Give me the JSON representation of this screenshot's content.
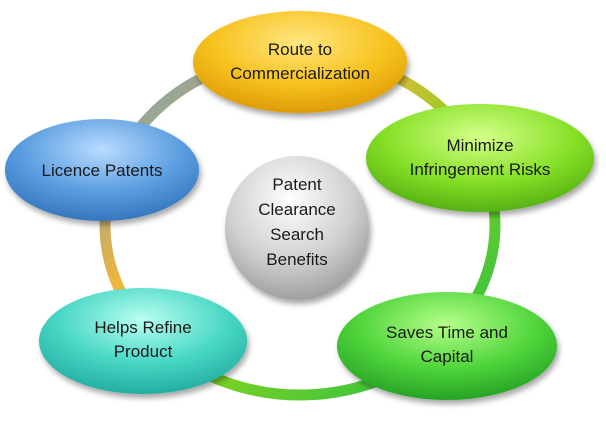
{
  "center": {
    "lines": [
      "Patent",
      "Clearance",
      "Search",
      "Benefits"
    ]
  },
  "nodes": [
    {
      "id": "route-to-commercialization",
      "lines": [
        "Route to",
        "Commercialization"
      ],
      "color": "#f4b400"
    },
    {
      "id": "minimize-infringement-risks",
      "lines": [
        "Minimize",
        "Infringement Risks"
      ],
      "color": "#7ed321"
    },
    {
      "id": "saves-time-and-capital",
      "lines": [
        "Saves Time and",
        "Capital"
      ],
      "color": "#48c23a"
    },
    {
      "id": "helps-refine-product",
      "lines": [
        "Helps Refine",
        "Product"
      ],
      "color": "#3fd3c0"
    },
    {
      "id": "licence-patents",
      "lines": [
        "Licence Patents"
      ],
      "color": "#4a8fd6"
    }
  ]
}
